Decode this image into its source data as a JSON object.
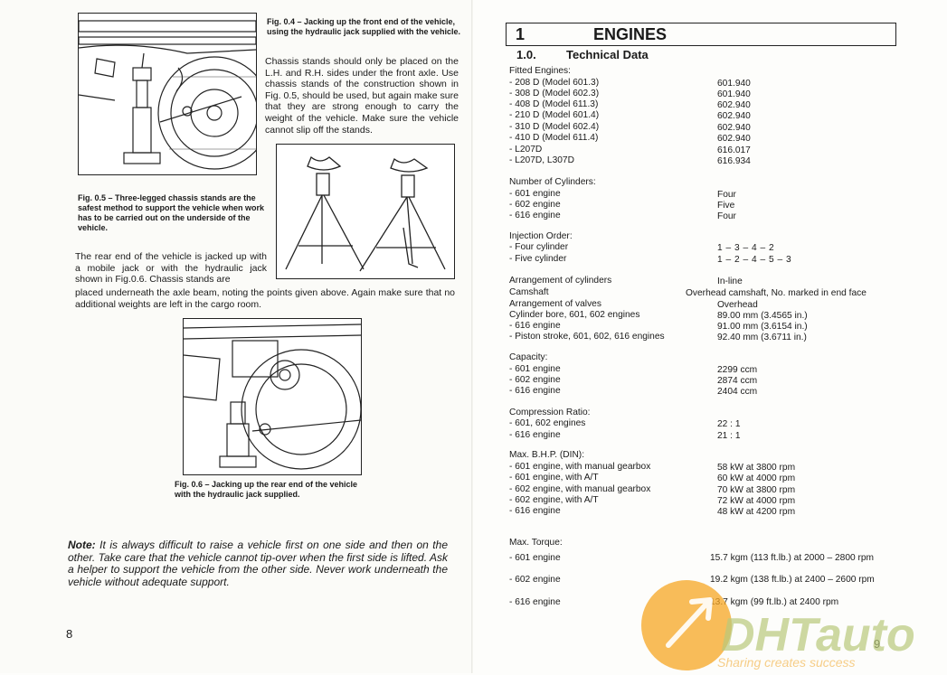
{
  "left_page": {
    "fig04_caption": "Fig. 0.4 – Jacking up the front end of the vehicle, using the hydraulic jack supplied with the vehicle.",
    "para1": "Chassis stands should only be placed on the L.H. and R.H. sides under the front axle. Use chassis stands of the construction shown in Fig. 0.5, should be used, but again make sure that they are strong enough to carry the weight of the vehicle. Make sure the vehicle cannot slip off the stands.",
    "fig05_caption": "Fig. 0.5 – Three-legged chassis stands are the safest method to support the vehicle when work has to be carried out on the underside of the vehicle.",
    "para2a": "The rear end of the vehicle is jacked up with a mobile jack or with the hydraulic jack shown in Fig.0.6. Chassis stands are",
    "para2b": "placed underneath the axle beam, noting the points given above. Again make sure that no additional weights are left in the cargo room.",
    "fig06_caption": "Fig. 0.6 – Jacking up the rear end of the vehicle with the hydraulic jack supplied.",
    "note_label": "Note:",
    "note_text": "It is always difficult to raise a vehicle first on one side and then on the other. Take care that the vehicle cannot tip-over when the first side is lifted. Ask a helper to support the vehicle from the other side. Never work underneath the vehicle without adequate support.",
    "page_number": "8"
  },
  "right_page": {
    "chapter_number": "1",
    "chapter_title": "ENGINES",
    "section_number": "1.0.",
    "section_title": "Technical Data",
    "page_number": "9",
    "specs": [
      {
        "label": "Fitted Engines:",
        "value": ""
      },
      {
        "label": "- 208 D (Model 601.3)",
        "value": "601.940"
      },
      {
        "label": "- 308 D (Model 602.3)",
        "value": "601.940"
      },
      {
        "label": "- 408 D (Model 611.3)",
        "value": "602.940"
      },
      {
        "label": "- 210 D (Model 601.4)",
        "value": "602.940"
      },
      {
        "label": "- 310 D (Model 602.4)",
        "value": "602.940"
      },
      {
        "label": "- 410 D (Model 611.4)",
        "value": "602.940"
      },
      {
        "label": "- L207D",
        "value": "616.017"
      },
      {
        "label": "- L207D, L307D",
        "value": "616.934"
      },
      {
        "label": "Number of Cylinders:",
        "value": ""
      },
      {
        "label": "- 601 engine",
        "value": "Four"
      },
      {
        "label": "- 602 engine",
        "value": "Five"
      },
      {
        "label": "- 616 engine",
        "value": "Four"
      },
      {
        "label": "Injection Order:",
        "value": ""
      },
      {
        "label": "- Four cylinder",
        "value": "1 – 3 – 4 – 2"
      },
      {
        "label": "- Five cylinder",
        "value": "1 – 2 – 4 – 5 – 3"
      },
      {
        "label": "Arrangement of cylinders",
        "value": "In-line"
      },
      {
        "label": "Camshaft",
        "value": "Overhead camshaft, No. marked in end face"
      },
      {
        "label": "Arrangement of valves",
        "value": "Overhead"
      },
      {
        "label": "Cylinder bore, 601, 602 engines",
        "value": "89.00 mm (3.4565 in.)"
      },
      {
        "label": "- 616 engine",
        "value": "91.00 mm (3.6154 in.)"
      },
      {
        "label": "- Piston stroke, 601, 602, 616 engines",
        "value": "92.40 mm (3.6711 in.)"
      },
      {
        "label": "Capacity:",
        "value": ""
      },
      {
        "label": "- 601 engine",
        "value": "2299 ccm"
      },
      {
        "label": "- 602 engine",
        "value": "2874 ccm"
      },
      {
        "label": "- 616 engine",
        "value": "2404 ccm"
      },
      {
        "label": "Compression Ratio:",
        "value": ""
      },
      {
        "label": "- 601, 602 engines",
        "value": "22 : 1"
      },
      {
        "label": "- 616 engine",
        "value": "21 : 1"
      },
      {
        "label": "Max. B.H.P. (DIN):",
        "value": ""
      },
      {
        "label": "- 601 engine, with manual gearbox",
        "value": "58 kW at 3800 rpm"
      },
      {
        "label": "- 601 engine, with A/T",
        "value": "60 kW at 4000 rpm"
      },
      {
        "label": "- 602 engine, with manual gearbox",
        "value": "70 kW at 3800 rpm"
      },
      {
        "label": "- 602 engine, with A/T",
        "value": "72 kW at 4000 rpm"
      },
      {
        "label": "- 616 engine",
        "value": "48 kW at 4200 rpm"
      },
      {
        "label": "Max. Torque:",
        "value": ""
      },
      {
        "label": "- 601 engine",
        "value": "15.7 kgm (113 ft.lb.) at 2000 – 2800 rpm"
      },
      {
        "label": "- 602 engine",
        "value": "19.2 kgm (138 ft.lb.) at 2400 – 2600 rpm"
      },
      {
        "label": "- 616 engine",
        "value": "13.7 kgm (99 ft.lb.) at 2400 rpm"
      }
    ]
  },
  "watermark": {
    "brand": "DHTauto",
    "tagline": "Sharing creates success",
    "accent_color": "#f5a623",
    "text_color": "#c8d4a0"
  }
}
